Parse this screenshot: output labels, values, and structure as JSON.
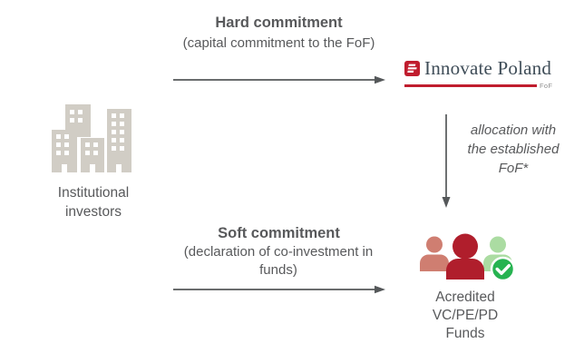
{
  "colors": {
    "brand_red": "#c01d2e",
    "dark_red_person": "#b01e2c",
    "salmon_person": "#cf7e71",
    "green_person": "#abdca2",
    "check_green": "#27b351",
    "building_taupe": "#d1cdc5",
    "text_gray": "#58595b",
    "arrow_gray": "#55585a",
    "logo_navy": "#3f4d58",
    "logo_sub_gray": "#8e8e8e"
  },
  "investors": {
    "label": "Institutional investors",
    "icon": "buildings-icon"
  },
  "hard_commitment": {
    "title": "Hard commitment",
    "subtitle": "(capital commitment to the FoF)"
  },
  "soft_commitment": {
    "title": "Soft commitment",
    "subtitle": "(declaration of co-investment in funds)"
  },
  "fof_logo": {
    "name": "Innovate Poland",
    "sub": "FoF",
    "icon": "innovate-poland-logo-icon"
  },
  "allocation": {
    "label": "allocation with the established FoF*"
  },
  "funds": {
    "label": "Acredited VC/PE/PD Funds",
    "icon": "accredited-funds-icon"
  }
}
